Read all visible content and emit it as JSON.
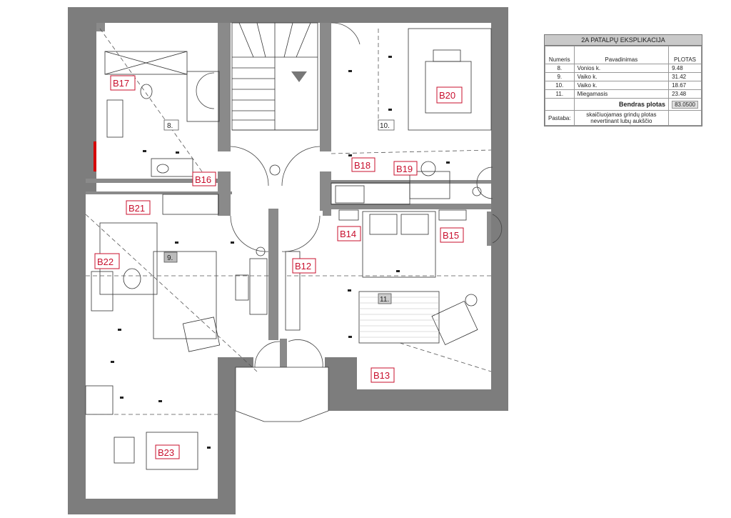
{
  "room_tags": [
    {
      "id": "B17",
      "label": "B17"
    },
    {
      "id": "B16",
      "label": "B16"
    },
    {
      "id": "B18",
      "label": "B18"
    },
    {
      "id": "B19",
      "label": "B19"
    },
    {
      "id": "B20",
      "label": "B20"
    },
    {
      "id": "B21",
      "label": "B21"
    },
    {
      "id": "B22",
      "label": "B22"
    },
    {
      "id": "B12",
      "label": "B12"
    },
    {
      "id": "B14",
      "label": "B14"
    },
    {
      "id": "B15",
      "label": "B15"
    },
    {
      "id": "B13",
      "label": "B13"
    },
    {
      "id": "B23",
      "label": "B23"
    }
  ],
  "room_numbers": [
    "8.",
    "9.",
    "10.",
    "11."
  ],
  "legend": {
    "title": "2A PATALPŲ EKSPLIKACIJA",
    "headers": [
      "Numeris",
      "Pavadinimas",
      "PLOTAS"
    ],
    "rows": [
      {
        "num": "8.",
        "name": "Vonios k.",
        "area": "9.48"
      },
      {
        "num": "9.",
        "name": "Vaiko k.",
        "area": "31.42"
      },
      {
        "num": "10.",
        "name": "Vaiko k.",
        "area": "18.67"
      },
      {
        "num": "11.",
        "name": "Miegamasis",
        "area": "23.48"
      }
    ],
    "total_label": "Bendras plotas",
    "total_value": "83.0500",
    "note_label": "Pastaba:",
    "note_text": "skaičiuojamas grindų plotas nevertinant lubų aukščio"
  }
}
